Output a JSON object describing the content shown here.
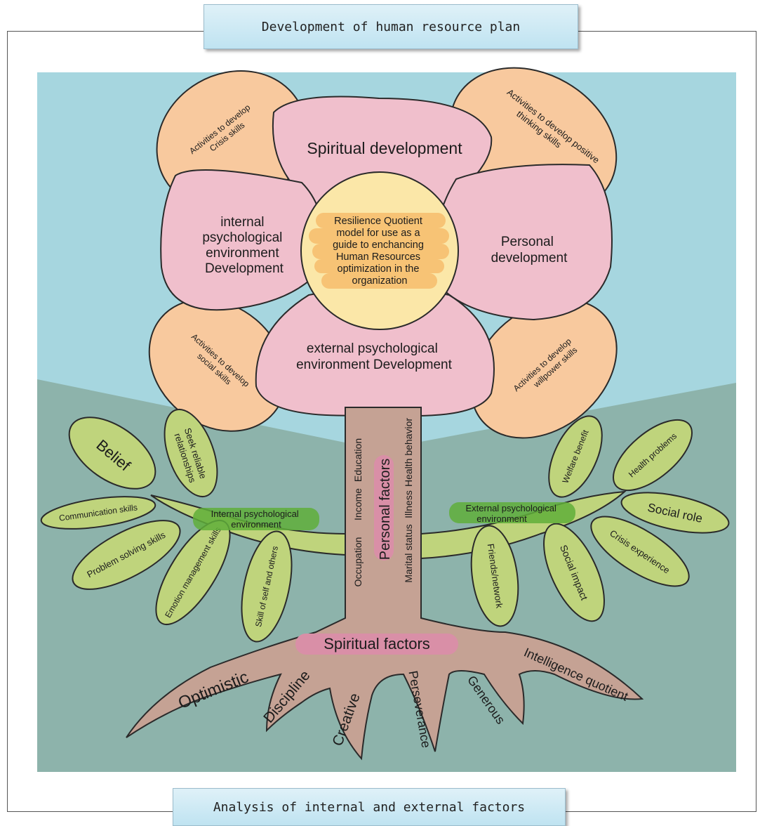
{
  "banners": {
    "top": "Development of human resource  plan",
    "bottom": "Analysis of internal and external factors"
  },
  "flower": {
    "center": [
      "Resilience Quotient",
      "model for use as a",
      "guide to enchancing",
      "Human Resources",
      "optimization in the",
      "organization"
    ],
    "petals": {
      "top": "Spiritual development",
      "left": [
        "internal",
        "psychological",
        "environment",
        "Development"
      ],
      "right": [
        "Personal",
        "development"
      ],
      "bottom": [
        "external psychological",
        "environment Development"
      ]
    },
    "outer": {
      "top_left": [
        "Activities to develop",
        "Crisis skills"
      ],
      "top_right": [
        "Activities to develop positive",
        "thinking skills"
      ],
      "bottom_left": [
        "Activities to develop",
        "social skills"
      ],
      "bottom_right": [
        "Activities to develop",
        "willpower skills"
      ]
    }
  },
  "trunk": {
    "title": "Personal factors",
    "left_column": [
      "Occupation",
      "Income",
      "Education"
    ],
    "right_column": [
      "Marital status",
      "Illness",
      "Health behavior"
    ]
  },
  "left_branch": {
    "label": [
      "Internal psychological",
      "environment"
    ],
    "leaves": [
      "Belief",
      "Seek reliable relationships",
      "Communication skills",
      "Problem solving skills",
      "Emotion management skills",
      "Skill of self and others"
    ]
  },
  "right_branch": {
    "label": [
      "External psychological",
      "environment"
    ],
    "leaves": [
      "Welfare benefit",
      "Health problems",
      "Social role",
      "Crisis experience",
      "Social impact",
      "Friends/network"
    ]
  },
  "roots": {
    "title": "Spiritual factors",
    "items": [
      "Optimistic",
      "Discipline",
      "Creative",
      "Perseverance",
      "Generous",
      "Intelligence quotient"
    ]
  },
  "colors": {
    "sky": "#a6d6df",
    "ground": "#8db3ab",
    "petal": "#f0bfcc",
    "outer_petal": "#f8c99e",
    "center": "#fbe7a8",
    "leaf": "#bfd47c",
    "trunk": "#c5a294",
    "label_pink": "#d98fa7",
    "label_green": "#5fae3a"
  }
}
